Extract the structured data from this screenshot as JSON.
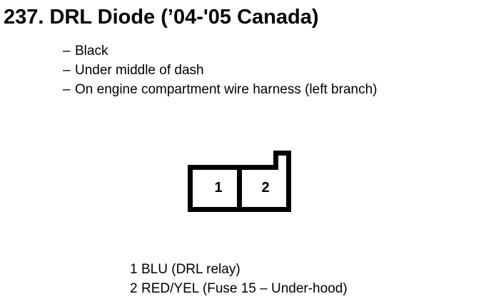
{
  "page": {
    "background_color": "#ffffff",
    "ink_color": "#000000"
  },
  "heading": {
    "number": "237.",
    "title": "237. DRL Diode (’04-'05 Canada)"
  },
  "description": {
    "bullet_glyph": "–",
    "items": [
      "Black",
      "Under middle of dash",
      "On engine compartment wire harness (left branch)"
    ]
  },
  "connector": {
    "outline_color": "#000000",
    "fill_color": "#ffffff",
    "stroke_width": 7,
    "cavity_count": 2,
    "has_locking_tab": true,
    "tab_side": "right",
    "pins": [
      {
        "number": "1"
      },
      {
        "number": "2"
      }
    ]
  },
  "legend": {
    "rows": [
      {
        "number": "1",
        "description": "BLU (DRL relay)"
      },
      {
        "number": "2",
        "description": "RED/YEL (Fuse 15 – Under-hood)"
      }
    ]
  }
}
